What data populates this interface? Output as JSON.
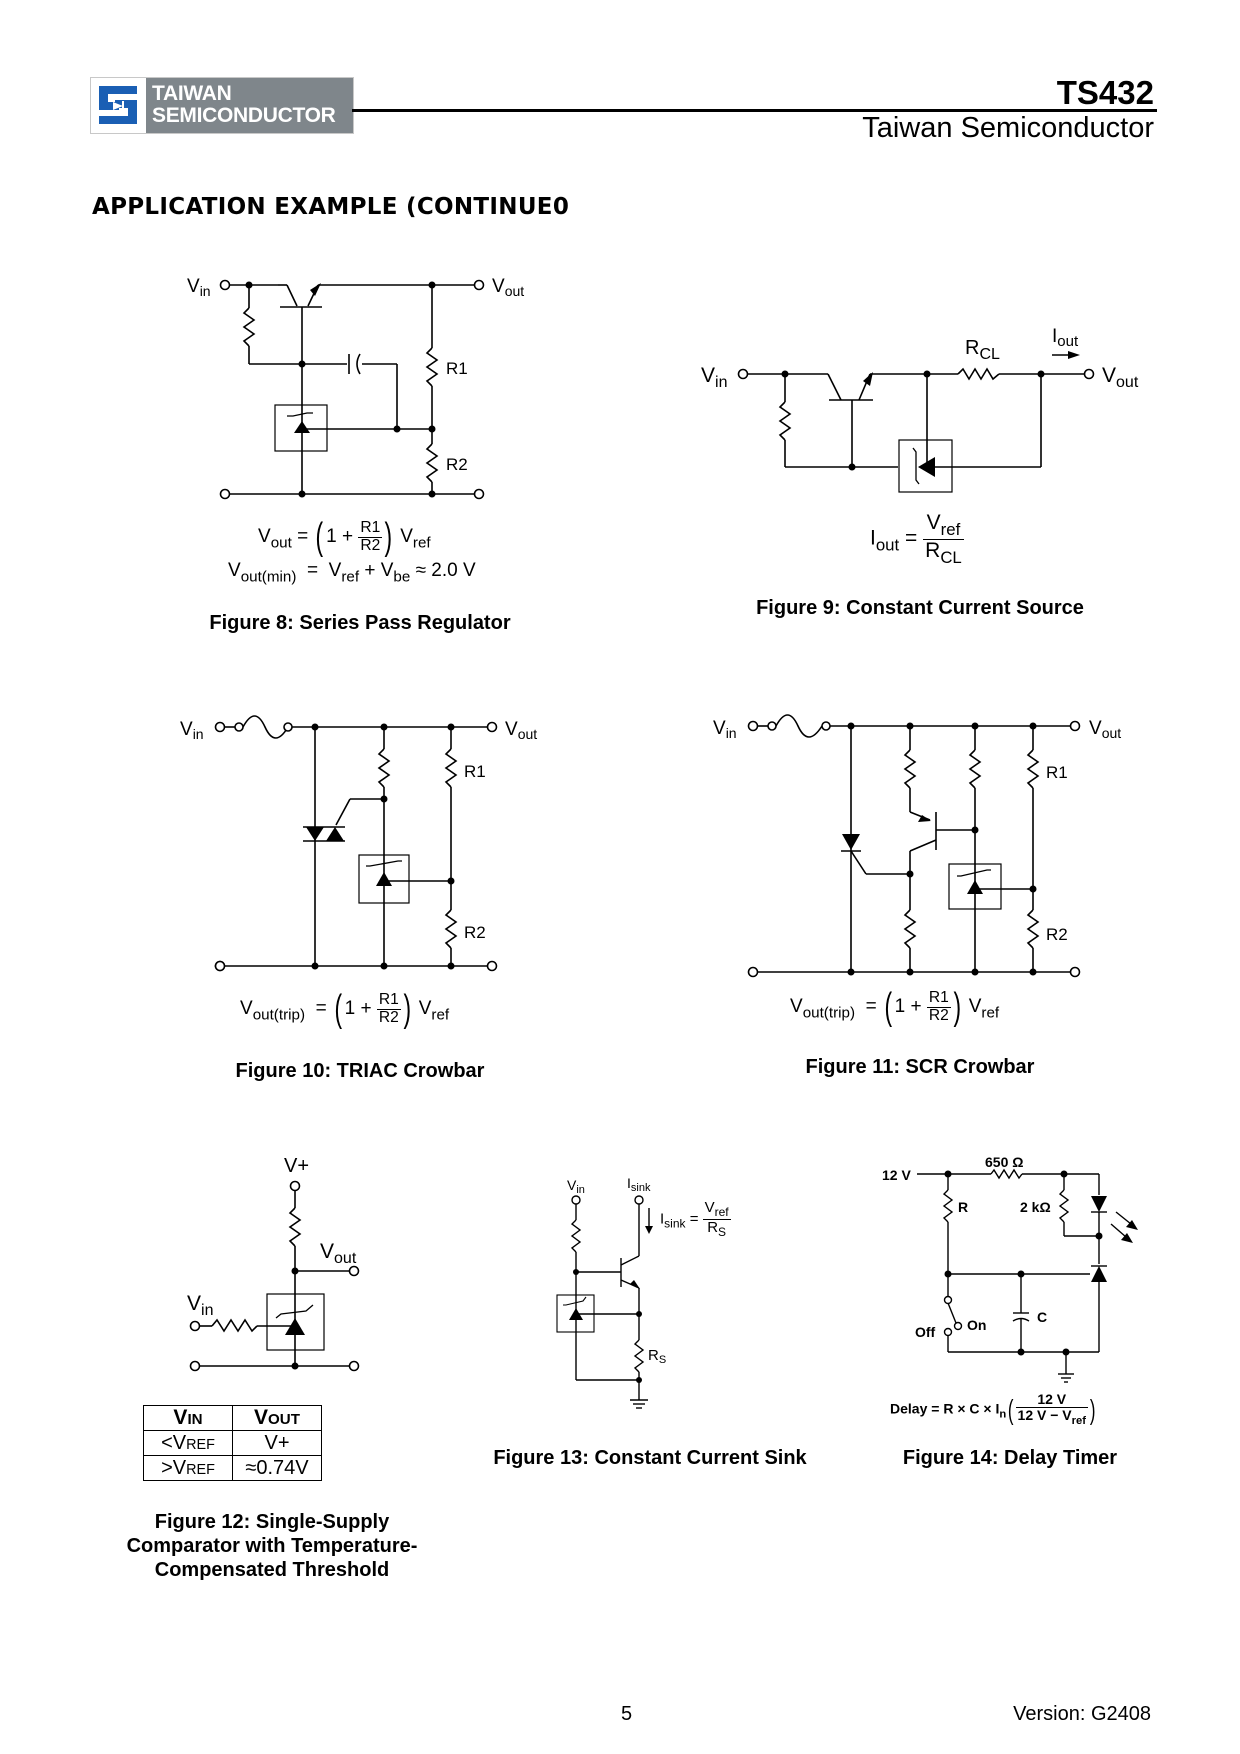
{
  "header": {
    "logo": {
      "line1": "TAIWAN",
      "line2": "SEMICONDUCTOR",
      "mark_color": "#1a5fb4",
      "bg_color": "#7f868b"
    },
    "doc_code": "TS432",
    "company": "Taiwan Semiconductor"
  },
  "section_title": "APPLICATION EXAMPLE (CONTINUE0",
  "figures": {
    "fig8": {
      "caption": "Figure 8: Series Pass Regulator",
      "labels": {
        "vin": "V",
        "vin_sub": "in",
        "vout": "V",
        "vout_sub": "out",
        "r1": "R1",
        "r2": "R2"
      },
      "formula1": {
        "lhs": "V",
        "lhs_sub": "out",
        "eq": "=",
        "one": "1 +",
        "num": "R1",
        "den": "R2",
        "rhs": "V",
        "rhs_sub": "ref"
      },
      "formula2": {
        "lhs": "V",
        "lhs_sub": "out(min)",
        "eq": "=",
        "a": "V",
        "a_sub": "ref",
        "plus": "+",
        "b": "V",
        "b_sub": "be",
        "approx": "≈ 2.0 V"
      }
    },
    "fig9": {
      "caption": "Figure 9: Constant Current Source",
      "labels": {
        "vin": "V",
        "vin_sub": "in",
        "vout": "V",
        "vout_sub": "out",
        "rcl": "R",
        "rcl_sub": "CL",
        "iout": "I",
        "iout_sub": "out"
      },
      "formula": {
        "lhs": "I",
        "lhs_sub": "out",
        "eq": "=",
        "num": "V",
        "num_sub": "ref",
        "den": "R",
        "den_sub": "CL"
      }
    },
    "fig10": {
      "caption": "Figure 10: TRIAC Crowbar",
      "labels": {
        "vin": "V",
        "vin_sub": "in",
        "vout": "V",
        "vout_sub": "out",
        "r1": "R1",
        "r2": "R2"
      },
      "formula": {
        "lhs": "V",
        "lhs_sub": "out(trip)",
        "eq": "=",
        "one": "1 +",
        "num": "R1",
        "den": "R2",
        "rhs": "V",
        "rhs_sub": "ref"
      }
    },
    "fig11": {
      "caption": "Figure 11: SCR Crowbar",
      "labels": {
        "vin": "V",
        "vin_sub": "in",
        "vout": "V",
        "vout_sub": "out",
        "r1": "R1",
        "r2": "R2"
      },
      "formula": {
        "lhs": "V",
        "lhs_sub": "out(trip)",
        "eq": "=",
        "one": "1 +",
        "num": "R1",
        "den": "R2",
        "rhs": "V",
        "rhs_sub": "ref"
      }
    },
    "fig12": {
      "caption_lines": [
        "Figure 12: Single-Supply",
        "Comparator with Temperature-",
        "Compensated Threshold"
      ],
      "labels": {
        "vplus": "V+",
        "vout": "V",
        "vout_sub": "out",
        "vin": "V",
        "vin_sub": "in"
      },
      "table": {
        "headers": [
          {
            "main": "V",
            "sub": "IN"
          },
          {
            "main": "V",
            "sub": "OUT"
          }
        ],
        "rows": [
          [
            {
              "main": "<V",
              "sub": "REF"
            },
            {
              "main": "V+",
              "sub": ""
            }
          ],
          [
            {
              "main": ">V",
              "sub": "REF"
            },
            {
              "main": "≈0.74V",
              "sub": ""
            }
          ]
        ]
      }
    },
    "fig13": {
      "caption": "Figure 13: Constant Current Sink",
      "labels": {
        "vin": "V",
        "vin_sub": "in",
        "isink": "I",
        "isink_sub": "sink",
        "rs": "R",
        "rs_sub": "S"
      },
      "formula": {
        "lhs": "I",
        "lhs_sub": "sink",
        "eq": "=",
        "num": "V",
        "num_sub": "ref",
        "den": "R",
        "den_sub": "S"
      }
    },
    "fig14": {
      "caption": "Figure 14: Delay Timer",
      "labels": {
        "v12": "12 V",
        "r650": "650 Ω",
        "r": "R",
        "r2k": "2 kΩ",
        "c": "C",
        "on": "On",
        "off": "Off"
      },
      "formula": {
        "lhs": "Delay",
        "eq": "=",
        "body": "R × C × I",
        "body_sub": "n",
        "num": "12 V",
        "den": "12 V − V",
        "den_sub": "ref"
      }
    }
  },
  "footer": {
    "page": "5",
    "version": "Version: G2408"
  }
}
